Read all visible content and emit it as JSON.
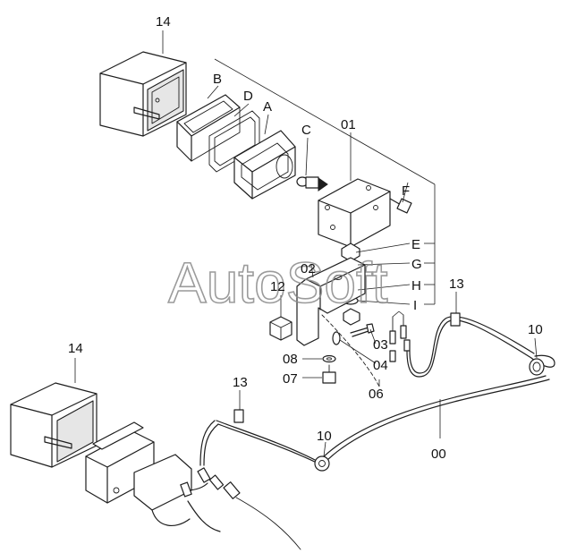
{
  "watermark": "AutoSoft",
  "labels": {
    "l14a": "14",
    "l14b": "14",
    "lB": "B",
    "lD": "D",
    "lA": "A",
    "lC": "C",
    "l01": "01",
    "lF": "F",
    "lE": "E",
    "lG": "G",
    "lH": "H",
    "lI": "I",
    "l02": "02",
    "l12": "12",
    "l13a": "13",
    "l13b": "13",
    "l10a": "10",
    "l10b": "10",
    "l03": "03",
    "l04": "04",
    "l08": "08",
    "l07": "07",
    "l06": "06",
    "l00": "00"
  }
}
